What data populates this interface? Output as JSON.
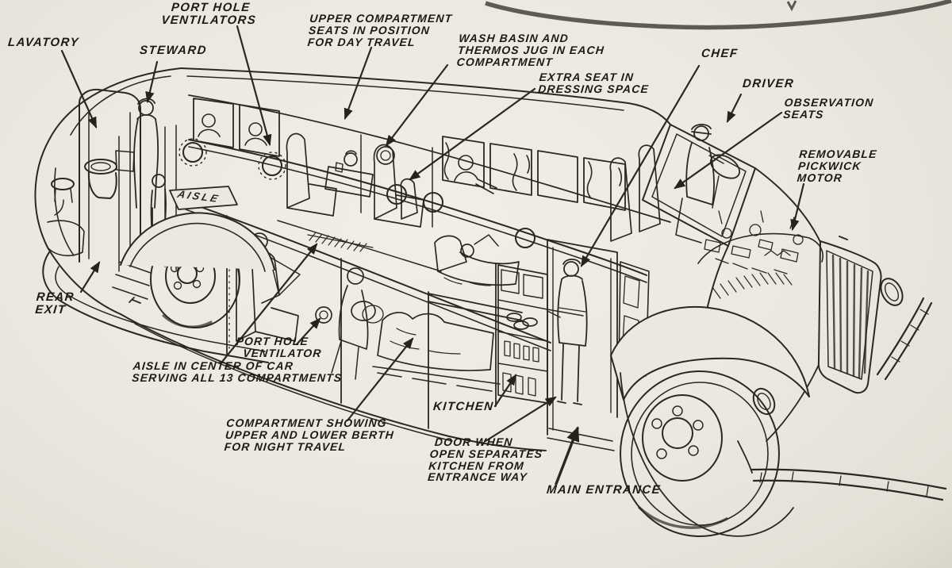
{
  "figure": {
    "description": "Vintage cutaway line-art diagram of a Pickwick duplex sleeper Nite Coach motor bus, viewed from the left-front three-quarter angle, rear at left, exposed engine and grille at right",
    "floor_sign": "AISLE",
    "colors": {
      "paper": "#ebe8e1",
      "ink": "#2b2723",
      "lettering": "#1d1a16"
    }
  },
  "labels": [
    {
      "id": "lavatory",
      "text": "LAVATORY"
    },
    {
      "id": "steward",
      "text": "STEWARD"
    },
    {
      "id": "porthole-ventilators",
      "text": "  PORT HOLE\nVENTILATORS"
    },
    {
      "id": "upper-compartment",
      "text": "UPPER COMPARTMENT\nSEATS IN POSITION\nFOR DAY TRAVEL"
    },
    {
      "id": "wash-basin",
      "text": "WASH BASIN AND\nTHERMOS JUG IN EACH\nCOMPARTMENT"
    },
    {
      "id": "extra-seat",
      "text": "EXTRA SEAT IN\nDRESSING SPACE"
    },
    {
      "id": "chef",
      "text": "CHEF"
    },
    {
      "id": "driver",
      "text": "DRIVER"
    },
    {
      "id": "observation-seats",
      "text": "OBSERVATION\nSEATS"
    },
    {
      "id": "removable-motor",
      "text": "REMOVABLE\nPICKWICK\nMOTOR"
    },
    {
      "id": "rear-exit",
      "text": "REAR\nEXIT"
    },
    {
      "id": "porthole-ventilator",
      "text": "PORT HOLE\n  VENTILATOR"
    },
    {
      "id": "aisle",
      "text": "AISLE IN CENTER OF CAR\nSERVING ALL 13 COMPARTMENTS"
    },
    {
      "id": "compartment-berth",
      "text": "COMPARTMENT SHOWING\nUPPER AND LOWER BERTH\nFOR NIGHT TRAVEL"
    },
    {
      "id": "kitchen",
      "text": "KITCHEN"
    },
    {
      "id": "door-when-open",
      "text": " DOOR WHEN\nOPEN SEPARATES\nKITCHEN FROM\nENTRANCE WAY"
    },
    {
      "id": "main-entrance",
      "text": "MAIN ENTRANCE"
    }
  ]
}
